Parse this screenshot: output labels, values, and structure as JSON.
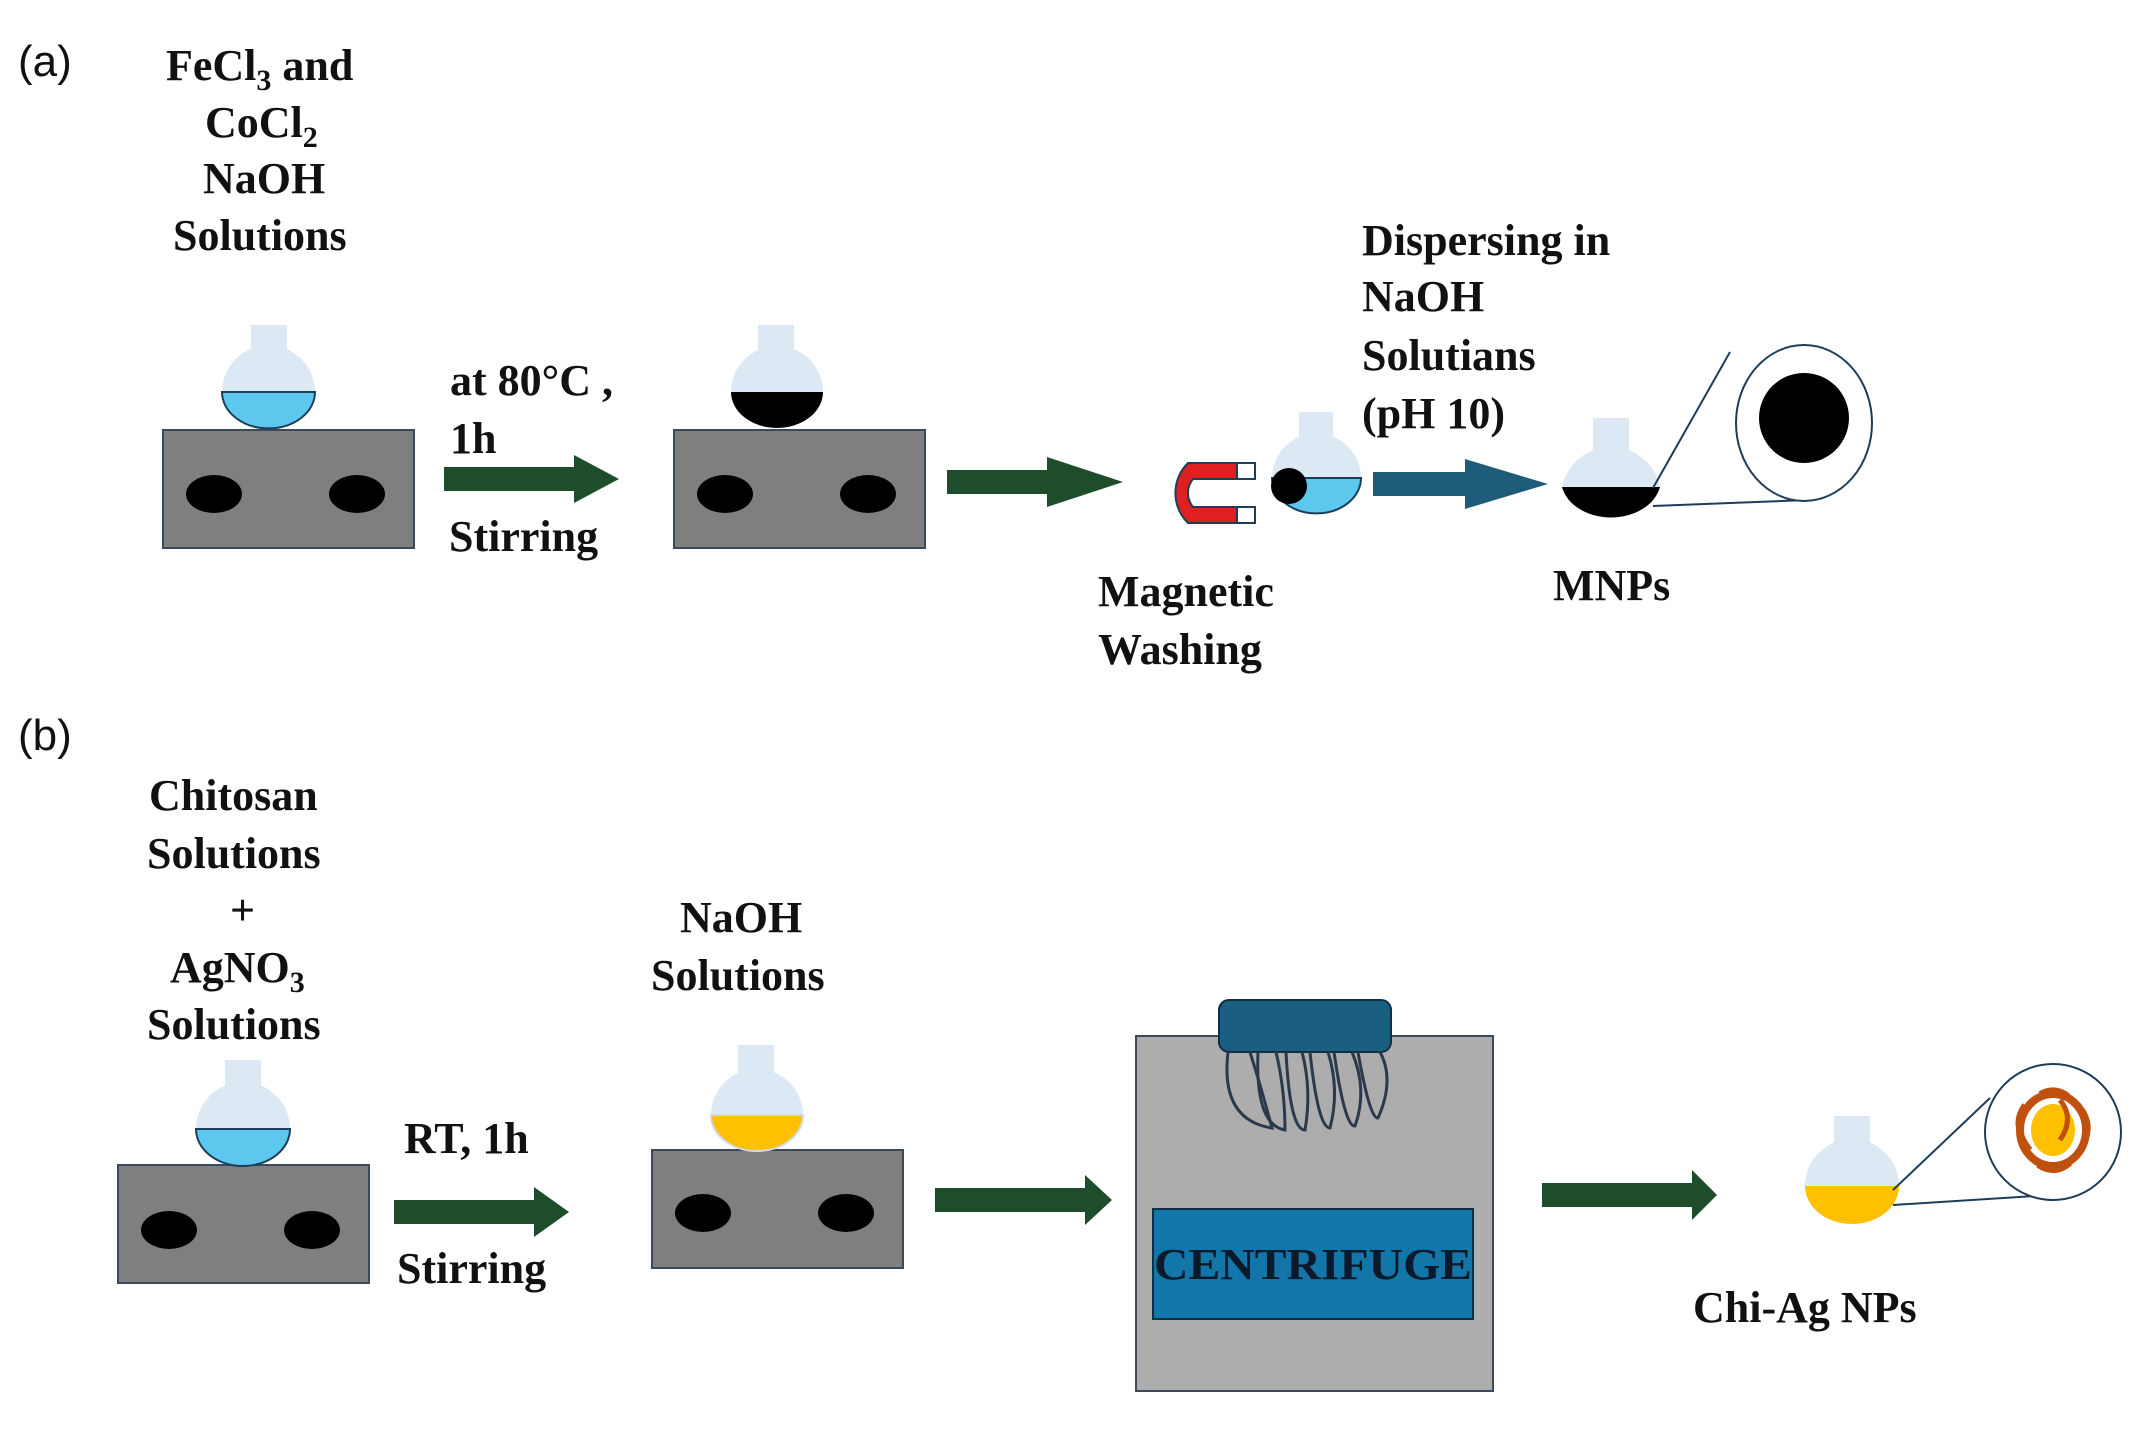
{
  "panels": {
    "a": {
      "label": "(a)",
      "reagents": {
        "line1": "FeCl",
        "line1_sub": "3",
        "line1_tail": " and",
        "line2": "CoCl",
        "line2_sub": "2",
        "line3": "NaOH",
        "line4": "Solutions"
      },
      "arrow1_label_top1": "at 80°C ,",
      "arrow1_label_top2": "1h",
      "arrow1_label_bottom": "Stirring",
      "washing_label1": "Magnetic",
      "washing_label2": "Washing",
      "dispersing_label1": "Dispersing in",
      "dispersing_label2": "NaOH",
      "dispersing_label3": "Solutians",
      "dispersing_label4": "(pH 10)",
      "product_label": "MNPs"
    },
    "b": {
      "label": "(b)",
      "reagents": {
        "line1": "Chitosan",
        "line2": "Solutions",
        "line3": "+",
        "line4": "AgNO",
        "line4_sub": "3",
        "line5": "Solutions"
      },
      "arrow1_label_top": "RT, 1h",
      "arrow1_label_bottom": "Stirring",
      "naoh_label1": "NaOH",
      "naoh_label2": "Solutions",
      "centrifuge_label": "CENTRIFUGE",
      "product_label": "Chi-Ag NPs"
    }
  },
  "colors": {
    "stirrer": "#7f7f7f",
    "green_arrow": "#1e4d2b",
    "blue_arrow": "#1f5c7a",
    "flask_glass": "#dce9f5",
    "blue_solution": "#5cc8ee",
    "black_solution": "#000000",
    "yellow_solution": "#ffc000",
    "magnet_red": "#e02020",
    "centrifuge_body": "#adadad",
    "centrifuge_panel": "#1277a8",
    "centrifuge_cap": "#1a5f82",
    "nanoparticle_shell": "#c0500e"
  }
}
